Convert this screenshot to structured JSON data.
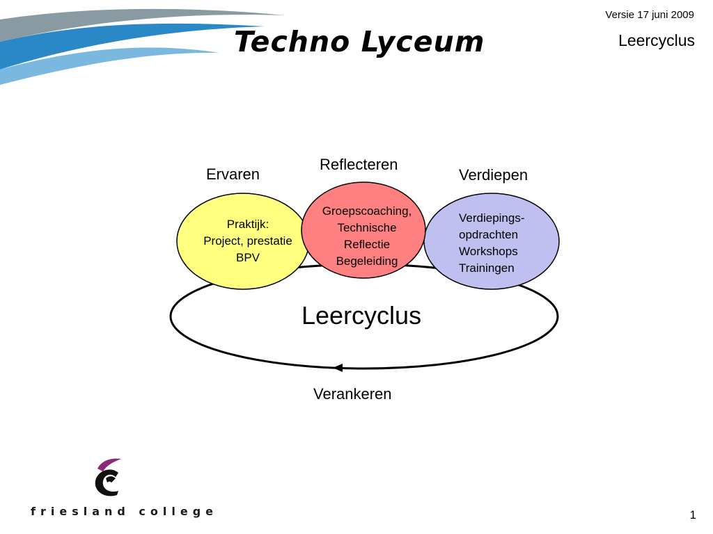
{
  "header": {
    "brand": "Techno Lyceum",
    "version": "Versie 17 juni 2009",
    "title": "Leercyclus"
  },
  "diagram": {
    "center_label": "Leercyclus",
    "bottom_label": "Verankeren",
    "phases": [
      {
        "label": "Ervaren",
        "lines": [
          "Praktijk:",
          "Project, prestatie",
          "BPV"
        ],
        "fill": "#ffff80"
      },
      {
        "label": "Reflecteren",
        "lines": [
          "Groepscoaching,",
          "Technische",
          "Reflectie",
          "Begeleiding"
        ],
        "fill": "#ff8080"
      },
      {
        "label": "Verdiepen",
        "lines": [
          "Verdiepings-",
          "opdrachten",
          "Workshops",
          "Trainingen"
        ],
        "fill": "#bfbff0"
      }
    ]
  },
  "footer": {
    "college": "friesland college",
    "page_number": "1"
  },
  "colors": {
    "swoosh_light": "#7ab8df",
    "swoosh_mid": "#2a88c7",
    "swoosh_gray": "#8a9aa3",
    "logo_purple": "#8a2a78"
  }
}
